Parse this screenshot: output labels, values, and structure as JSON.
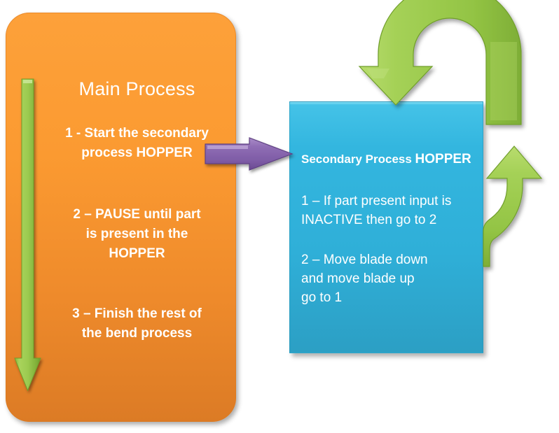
{
  "diagram": {
    "title": "Main Process / Secondary Process HOPPER flow",
    "colors": {
      "main_box": "#FB9A31",
      "secondary_box": "#33B6DF",
      "loop_arrow": "#9BCB4E",
      "start_arrow": "#8064A2",
      "text": "#FFFFFF"
    }
  },
  "main_process": {
    "title": "Main Process",
    "steps": [
      {
        "line1": "1 - Start the secondary",
        "line2": "process HOPPER"
      },
      {
        "line1": "2 – PAUSE until part",
        "line2": "is present in the",
        "line3": "HOPPER"
      },
      {
        "line1": "3 – Finish the rest of",
        "line2": "the bend process"
      }
    ]
  },
  "secondary_process": {
    "title_normal": "Secondary Process ",
    "title_strong": "HOPPER",
    "blocks": [
      {
        "line1": "1 – If part present input is",
        "line2": "INACTIVE then go to 2"
      },
      {
        "line1": "2 – Move blade down",
        "line2": "and move blade up",
        "line3": "go to 1"
      }
    ]
  },
  "connectors": {
    "start_arrow": "purple-right-arrow",
    "progress_arrow": "green-down-arrow",
    "loop_top": "green-u-turn-down-arrow",
    "loop_bottom": "green-curved-up-arrow"
  }
}
